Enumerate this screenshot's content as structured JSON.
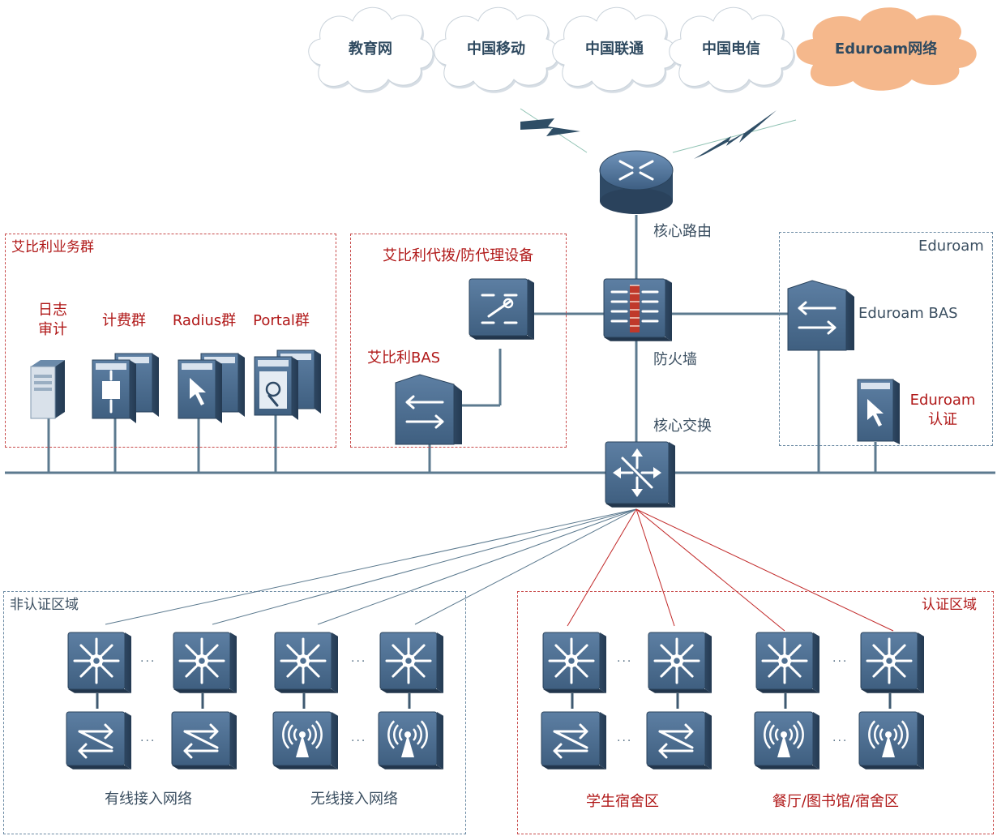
{
  "clouds": {
    "edu": "教育网",
    "mobile": "中国移动",
    "unicom": "中国联通",
    "telecom": "中国电信",
    "eduroam": "Eduroam网络"
  },
  "core": {
    "router": "核心路由",
    "firewall": "防火墙",
    "switch": "核心交换"
  },
  "groups": {
    "business": {
      "title": "艾比利业务群",
      "log_line1": "日志",
      "log_line2": "审计",
      "billing": "计费群",
      "radius": "Radius群",
      "portal": "Portal群"
    },
    "proxy": {
      "title": "艾比利代拨/防代理设备",
      "bas": "艾比利BAS"
    },
    "eduroam": {
      "title": "Eduroam",
      "bas": "Eduroam BAS",
      "auth_line1": "Eduroam",
      "auth_line2": "认证"
    },
    "non_auth": {
      "title": "非认证区域",
      "wired": "有线接入网络",
      "wireless": "无线接入网络"
    },
    "auth": {
      "title": "认证区域",
      "dorm": "学生宿舍区",
      "canteen": "餐厅/图书馆/宿舍区"
    }
  },
  "ellipsis": "···",
  "colors": {
    "device": "#4a6a8c",
    "device_dark": "#2f4a66",
    "line_blue": "#5c7a8f",
    "line_red": "#c22a2a",
    "cloud_orange": "#f5b88c",
    "label_red": "#b01818",
    "label_dark": "#3b4f61"
  }
}
